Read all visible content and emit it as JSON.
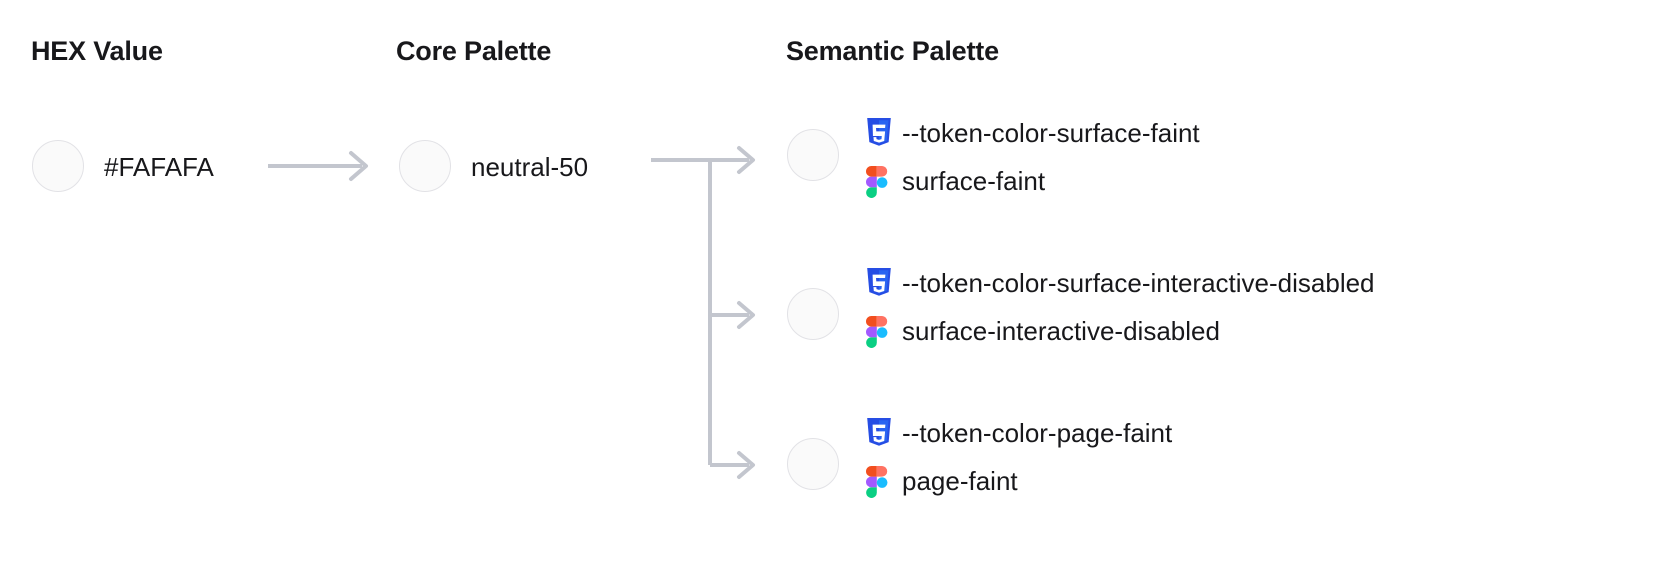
{
  "columns": {
    "hex": {
      "heading": "HEX Value"
    },
    "core": {
      "heading": "Core Palette"
    },
    "semantic": {
      "heading": "Semantic Palette"
    }
  },
  "hex_value": {
    "label": "#FAFAFA",
    "swatch_color": "#FAFAFA"
  },
  "core_value": {
    "label": "neutral-50",
    "swatch_color": "#FAFAFA"
  },
  "semantic_tokens": [
    {
      "swatch_color": "#FAFAFA",
      "css_icon": "css3-icon",
      "css_token": "--token-color-surface-faint",
      "figma_icon": "figma-icon",
      "figma_token": "surface-faint"
    },
    {
      "swatch_color": "#FAFAFA",
      "css_icon": "css3-icon",
      "css_token": "--token-color-surface-interactive-disabled",
      "figma_icon": "figma-icon",
      "figma_token": "surface-interactive-disabled"
    },
    {
      "swatch_color": "#FAFAFA",
      "css_icon": "css3-icon",
      "css_token": "--token-color-page-faint",
      "figma_icon": "figma-icon",
      "figma_token": "page-faint"
    }
  ],
  "colors": {
    "text": "#18181B",
    "connector": "#C3C6CE",
    "swatch_fill": "#FAFAFA",
    "swatch_border": "#E2E2E6",
    "css_shield_dark": "#264DE4",
    "css_shield_light": "#2965F1",
    "figma_orange": "#F24E1E",
    "figma_salmon": "#FF7262",
    "figma_purple": "#A259FF",
    "figma_blue": "#1ABCFE",
    "figma_green": "#0ACF83"
  }
}
